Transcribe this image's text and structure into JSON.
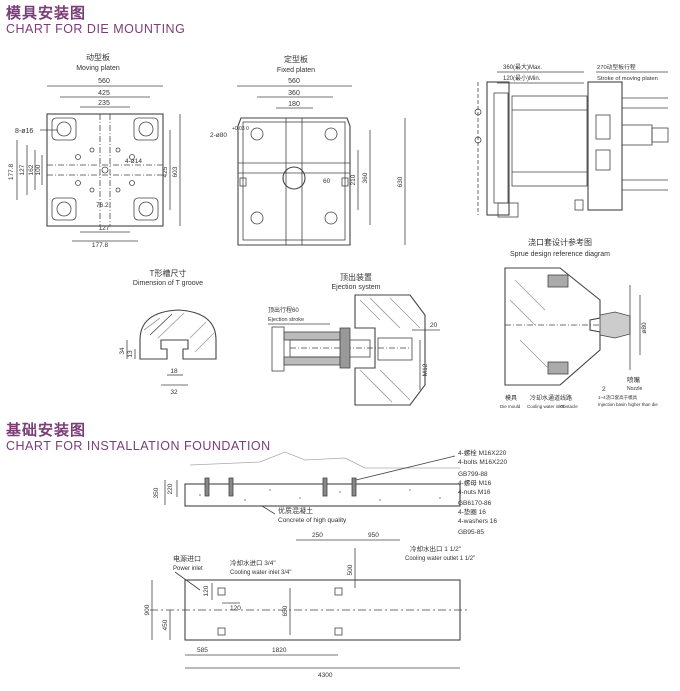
{
  "headings": {
    "die": {
      "zh": "模具安装图",
      "en": "CHART FOR DIE MOUNTING"
    },
    "foundation": {
      "zh": "基础安装图",
      "en": "CHART FOR INSTALLATION FOUNDATION"
    }
  },
  "moving": {
    "title_zh": "动型板",
    "title_en": "Moving platen",
    "w560": "560",
    "w425": "425",
    "w235": "235",
    "holes": "8-ø16",
    "h177": "177.8",
    "h127": "127",
    "h162": "162",
    "h100": "100",
    "tap": "4-ø14",
    "r425": "425",
    "r603": "603",
    "b76": "76.2",
    "b127": "127",
    "b177": "177.8"
  },
  "fixed": {
    "title_zh": "定型板",
    "title_en": "Fixed platen",
    "w560": "560",
    "w360": "360",
    "w180": "180",
    "locate": "2-ø80",
    "tol": "+0.03 0",
    "d60": "60",
    "d210": "210",
    "d360": "360",
    "d630": "630"
  },
  "stroke": {
    "max": "360(最大)Max.",
    "min": "120(最小)Min.",
    "stroke_zh": "270动型板行程",
    "stroke_en": "Stroke of moving platen"
  },
  "tgroove": {
    "title_zh": "T形槽尺寸",
    "title_en": "Dimension of T groove",
    "d34": "34",
    "d13": "13",
    "d18": "18",
    "d32": "32"
  },
  "ejection": {
    "title_zh": "顶出装置",
    "title_en": "Ejection system",
    "stroke_zh": "顶出行程60",
    "stroke_en": "Ejection stroke",
    "d20": "20",
    "m12": "M12"
  },
  "sprue": {
    "title_zh": "浇口套设计参考图",
    "title_en": "Sprue design reference diagram",
    "d80": "ø80",
    "d2": "2",
    "nozzle_zh": "喷嘴",
    "nozzle_en": "Nozzle",
    "note_zh": "1~4浇口套高于模具",
    "note_en": "Injection basin higher than die",
    "mould_zh": "模具",
    "mould_en": "Die mould",
    "water_zh": "冷却水通道",
    "water_en": "Cooling water inlet",
    "line_zh": "线路",
    "line_en": "Obstacle"
  },
  "foundation": {
    "h350": "350",
    "h220": "220",
    "concrete_zh": "优质混凝土",
    "concrete_en": "Concrete of high quality",
    "parts": [
      "4-螺栓 M16X220",
      "4-bolts M16X220",
      "GB799-88",
      "4-螺母 M16",
      "4-nuts M16",
      "GB6170-86",
      "4-垫圈 16",
      "4-washers 16",
      "GB95-85"
    ]
  },
  "plan": {
    "power_zh": "电源进口",
    "power_en": "Power inlet",
    "inlet_zh": "冷却水进口 3/4\"",
    "inlet_en": "Cooling water inlet 3/4\"",
    "outlet_zh": "冷却水出口 1 1/2\"",
    "outlet_en": "Cooling water outlet 1 1/2\"",
    "d250": "250",
    "d950": "950",
    "d500": "500",
    "d120a": "120",
    "d120b": "120",
    "d900": "900",
    "d450": "450",
    "d650": "650",
    "d585": "585",
    "d1820": "1820",
    "d4300": "4300"
  }
}
